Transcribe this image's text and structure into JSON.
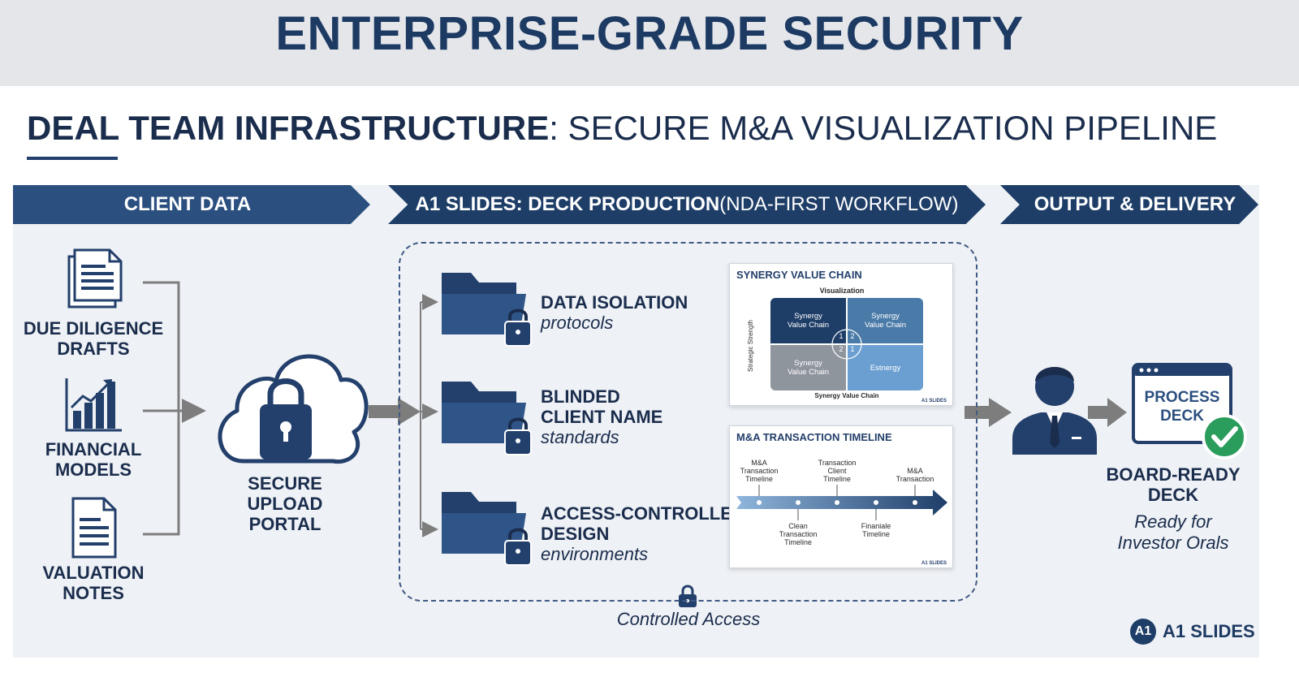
{
  "header": {
    "title": "ENTERPRISE-GRADE SECURITY"
  },
  "subtitle": {
    "bold": "DEAL TEAM INFRASTRUCTURE",
    "rest": ": SECURE M&A VISUALIZATION PIPELINE"
  },
  "stages": {
    "client_data": "CLIENT DATA",
    "production_bold": "A1 SLIDES: DECK PRODUCTION",
    "production_light": " (NDA-FIRST WORKFLOW)",
    "output": "OUTPUT & DELIVERY"
  },
  "client_inputs": [
    {
      "line1": "DUE DILIGENCE",
      "line2": "DRAFTS",
      "icon": "document-icon"
    },
    {
      "line1": "FINANCIAL",
      "line2": "MODELS",
      "icon": "bar-chart-icon"
    },
    {
      "line1": "VALUATION",
      "line2": "NOTES",
      "icon": "document-icon"
    }
  ],
  "portal": {
    "line1": "SECURE",
    "line2": "UPLOAD",
    "line3": "PORTAL",
    "icon": "cloud-lock-icon"
  },
  "features": [
    {
      "title1": "DATA ISOLATION",
      "title2": "",
      "sub": "protocols",
      "icon": "locked-folder-icon"
    },
    {
      "title1": "BLINDED",
      "title2": "CLIENT NAME",
      "sub": "standards",
      "icon": "locked-folder-icon"
    },
    {
      "title1": "ACCESS-CONTROLLED",
      "title2": "DESIGN",
      "sub": "environments",
      "icon": "locked-folder-icon"
    }
  ],
  "card_synergy": {
    "title": "SYNERGY VALUE CHAIN",
    "top_label": "Visualization",
    "y_label": "Strategic Strength",
    "bottom_label": "Synergy Value Chain",
    "quadrants": [
      {
        "line1": "Synergy",
        "line2": "Value Chain",
        "color": "#1e3e68"
      },
      {
        "line1": "Synergy",
        "line2": "Value Chain",
        "color": "#4a7aa8"
      },
      {
        "line1": "Synergy",
        "line2": "Value Chain",
        "color": "#8f959d"
      },
      {
        "line1": "Estnergy",
        "line2": "",
        "color": "#6b9fd1"
      }
    ],
    "markers": [
      "1",
      "2",
      "2",
      "1"
    ],
    "logo": "A1 SLIDES"
  },
  "card_timeline": {
    "title": "M&A TRANSACTION TIMELINE",
    "top_labels": [
      {
        "l1": "M&A",
        "l2": "Transaction",
        "l3": "Timeline"
      },
      {
        "l1": "Transaction",
        "l2": "Client",
        "l3": "Timeline"
      },
      {
        "l1": "M&A",
        "l2": "Transaction",
        "l3": ""
      }
    ],
    "bottom_labels": [
      {
        "l1": "Clean",
        "l2": "Transaction",
        "l3": "Timeline"
      },
      {
        "l1": "Finaniale",
        "l2": "Timeline",
        "l3": ""
      }
    ],
    "logo": "A1 SLIDES"
  },
  "controlled_access": "Controlled Access",
  "output": {
    "deck_line1": "PROCESS",
    "deck_line2": "DECK",
    "title1": "BOARD-READY",
    "title2": "DECK",
    "sub1": "Ready for",
    "sub2": "Investor Orals",
    "person_icon": "executive-icon",
    "check_icon": "check-circle-icon"
  },
  "brand": {
    "badge": "A1",
    "name": "A1 SLIDES"
  },
  "colors": {
    "navy": "#1e3e68",
    "navy_mid": "#2b4f7f",
    "panel_bg": "#eef1f5",
    "header_bg": "#e4e6ea",
    "check_green": "#2a9d5c",
    "arrow_gray": "#7d7d7d"
  }
}
